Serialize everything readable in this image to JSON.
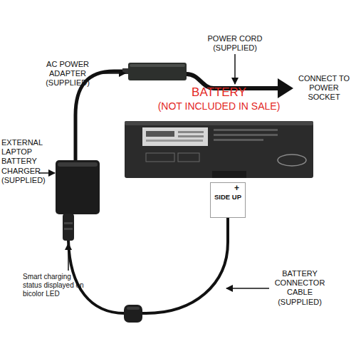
{
  "diagram": {
    "nodes": [
      {
        "text": [
          "BATTERY",
          "(NOT INCLUDED IN SALE)"
        ]
      },
      {
        "text": [
          "+",
          "SIDE UP"
        ]
      }
    ],
    "labels": [
      "POWER CORD (SUPPLIED)",
      "AC POWER ADAPTER (SUPPLIED)",
      "CONNECT TO POWER SOCKET",
      "EXTERNAL LAPTOP BATTERY CHARGER (SUPPLIED)",
      "Smart charging status displayed on bicolor LED",
      "BATTERY CONNECTOR CABLE (SUPPLIED)"
    ]
  }
}
